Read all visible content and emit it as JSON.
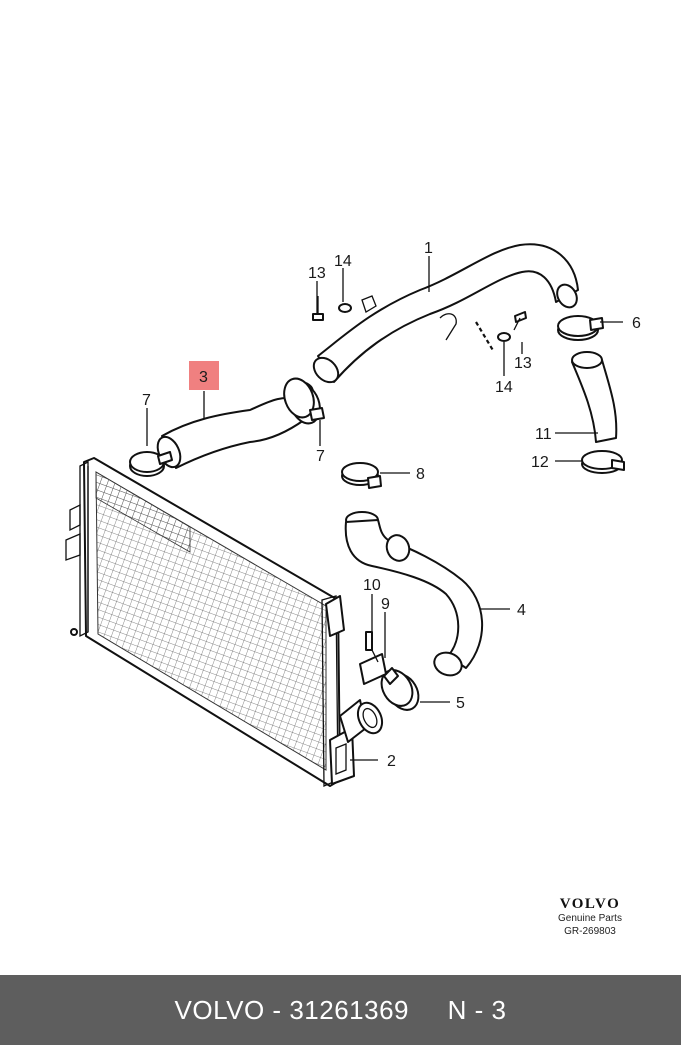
{
  "diagram": {
    "callouts": {
      "c1": "1",
      "c2": "2",
      "c3": "3",
      "c4": "4",
      "c5": "5",
      "c6": "6",
      "c7a": "7",
      "c7b": "7",
      "c8": "8",
      "c9": "9",
      "c10": "10",
      "c11": "11",
      "c12": "12",
      "c13a": "13",
      "c13b": "13",
      "c14a": "14",
      "c14b": "14"
    },
    "highlight_color": "#f08080"
  },
  "brand": {
    "logo": "VOLVO",
    "subtitle": "Genuine Parts",
    "reference": "GR-269803"
  },
  "footer": {
    "text": "VOLVO - 31261369     N - 3",
    "background": "#5e5e5e"
  }
}
